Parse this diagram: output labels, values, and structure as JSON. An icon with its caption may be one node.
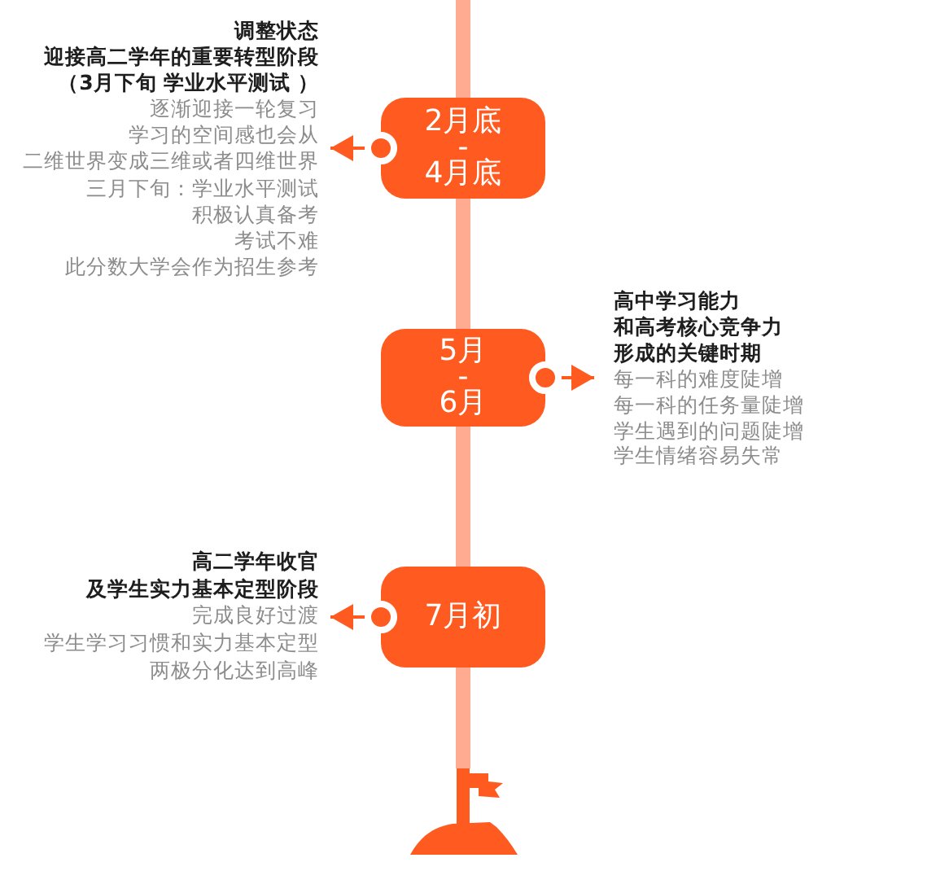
{
  "diagram": {
    "nodes": [
      {
        "text": [
          "调整状态",
          "迎接高二学年的重要转型阶段",
          "（3月下旬 学业水平测试 ）",
          "逐渐迎接一轮复习",
          "学习的空间感也会从",
          "二维世界变成三维或者四维世界",
          "三月下旬：学业水平测试",
          "积极认真备考",
          "考试不难",
          "此分数大学会作为招生参考"
        ]
      },
      {
        "text": [
          "2月底 - 4月底"
        ]
      },
      {
        "text": [
          "高中学习能力",
          "和高考核心竞争力",
          "形成的关键时期",
          "每一科的难度陡增",
          "每一科的任务量陡增",
          "学生遇到的问题陡增",
          "学生情绪容易失常"
        ]
      },
      {
        "text": [
          "5月 - 6月"
        ]
      },
      {
        "text": [
          "高二学年收官",
          "及学生实力基本定型阶段",
          "完成良好过渡",
          "学生学习习惯和实力基本定型",
          "两极分化达到高峰"
        ]
      },
      {
        "text": [
          "7月初"
        ]
      },
      {
        "text": [],
        "shape": "picture"
      }
    ],
    "edges": [
      {
        "from": null,
        "to": 1,
        "arrow": "none"
      },
      {
        "from": 1,
        "to": 0,
        "arrow": "to",
        "color": "#ff5a1f"
      },
      {
        "from": 1,
        "to": 3,
        "arrow": "none"
      },
      {
        "from": 3,
        "to": 2,
        "arrow": "to",
        "color": "#ff5a1f"
      },
      {
        "from": 3,
        "to": 5,
        "arrow": "none"
      },
      {
        "from": 5,
        "to": 4,
        "arrow": "to",
        "color": "#ff5a1f"
      },
      {
        "from": 5,
        "to": 6,
        "arrow": "none"
      }
    ]
  }
}
